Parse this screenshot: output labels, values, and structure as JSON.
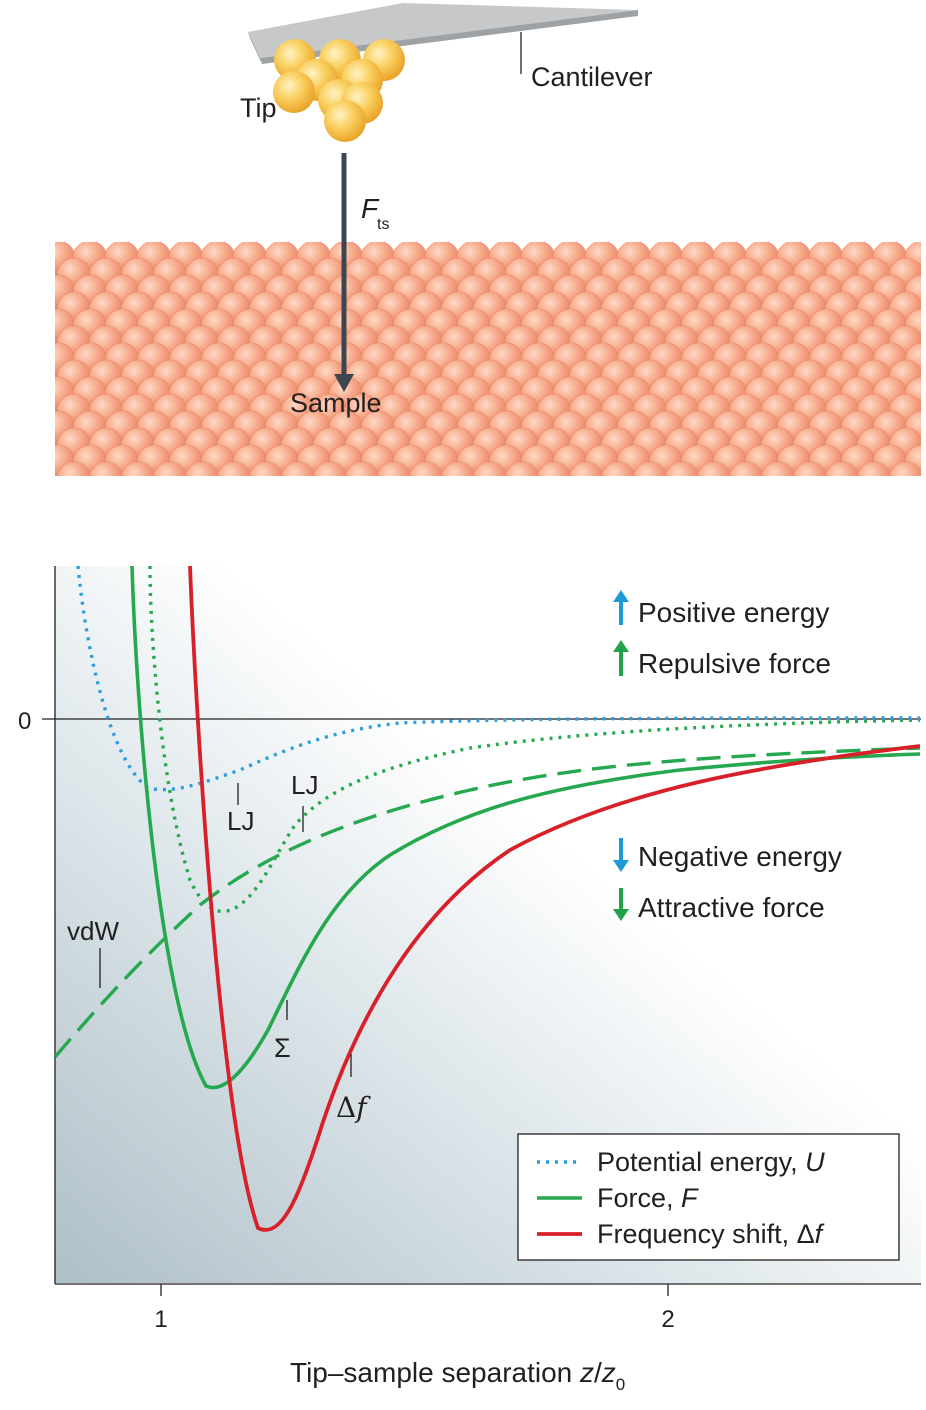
{
  "schematic": {
    "cantilever_label": "Cantilever",
    "tip_label": "Tip",
    "force_symbol": "F",
    "force_subscript": "ts",
    "sample_label": "Sample",
    "colors": {
      "cantilever": "#c9cbcc",
      "tip_atom": "#f7c14b",
      "sample_atom": "#f2997a",
      "arrow": "#3d4650"
    }
  },
  "plot": {
    "zero_tick_label": "0",
    "x_ticks": [
      "1",
      "2"
    ],
    "x_label_main": "Tip–sample separation ",
    "x_label_var": "z",
    "x_label_slash": "/",
    "x_label_var2": "z",
    "x_label_sub": "0",
    "annotations": {
      "positive_energy": "Positive energy",
      "repulsive_force": "Repulsive force",
      "negative_energy": "Negative energy",
      "attractive_force": "Attractive force"
    },
    "curve_labels": {
      "lj_energy": "LJ",
      "lj_force": "LJ",
      "vdw": "vdW",
      "sigma": "Σ",
      "delta": "Δ",
      "f": "f"
    },
    "legend": {
      "energy_text": "Potential energy, ",
      "energy_var": "U",
      "force_text": "Force, ",
      "force_var": "F",
      "freq_text": "Frequency shift, ",
      "freq_delta": "Δ",
      "freq_var": "f"
    },
    "colors": {
      "energy": "#2d9ddb",
      "force": "#26a94e",
      "frequency": "#d8202a",
      "arrow_up_energy": "#1e9ad6",
      "arrow_up_force": "#22a34a",
      "arrow_down_energy": "#1e9ad6",
      "arrow_down_force": "#22a34a"
    }
  },
  "chart_data": {
    "type": "line",
    "xlabel": "Tip–sample separation z/z0",
    "ylabel": "",
    "xlim": [
      0.8,
      2.5
    ],
    "x_ticks": [
      1,
      2
    ],
    "y_ticks": [
      0
    ],
    "grid": false,
    "legend_position": "bottom-right",
    "series": [
      {
        "name": "Potential energy, U",
        "style": "dotted",
        "color": "#2d9ddb",
        "x": [
          0.85,
          0.9,
          0.95,
          1.0,
          1.1,
          1.2,
          1.4,
          1.6,
          2.0,
          2.5
        ],
        "y": [
          0.9,
          0.05,
          -0.28,
          -0.26,
          -0.18,
          -0.1,
          -0.02,
          -0.005,
          0.0,
          0.0
        ]
      },
      {
        "name": "Force, F",
        "style": "solid",
        "color": "#26a94e",
        "x": [
          0.96,
          1.0,
          1.05,
          1.1,
          1.2,
          1.3,
          1.4,
          1.6,
          1.8,
          2.0,
          2.5
        ],
        "y": [
          1.0,
          -0.5,
          -1.4,
          -1.58,
          -1.3,
          -1.02,
          -0.78,
          -0.45,
          -0.3,
          -0.2,
          -0.11
        ]
      },
      {
        "name": "Frequency shift, Δf",
        "style": "solid",
        "color": "#d8202a",
        "x": [
          1.06,
          1.08,
          1.1,
          1.15,
          1.2,
          1.3,
          1.4,
          1.6,
          1.8,
          2.0,
          2.5
        ],
        "y": [
          1.2,
          -0.2,
          -1.0,
          -2.0,
          -2.35,
          -1.95,
          -1.3,
          -0.72,
          -0.42,
          -0.26,
          -0.12
        ]
      },
      {
        "style": "dotted",
        "color": "#26a94e",
        "x": [
          0.97,
          1.0,
          1.05,
          1.1,
          1.15,
          1.2,
          1.3,
          1.5,
          2.0,
          2.5
        ],
        "y": [
          1.2,
          0.0,
          -0.8,
          -0.88,
          -0.8,
          -0.6,
          -0.35,
          -0.18,
          -0.06,
          -0.03
        ]
      },
      {
        "style": "dashed",
        "color": "#26a94e",
        "x": [
          0.8,
          0.9,
          1.0,
          1.1,
          1.2,
          1.3,
          1.5,
          1.8,
          2.0,
          2.5
        ],
        "y": [
          -1.42,
          -1.08,
          -0.84,
          -0.68,
          -0.57,
          -0.49,
          -0.37,
          -0.25,
          -0.2,
          -0.12
        ]
      }
    ]
  }
}
